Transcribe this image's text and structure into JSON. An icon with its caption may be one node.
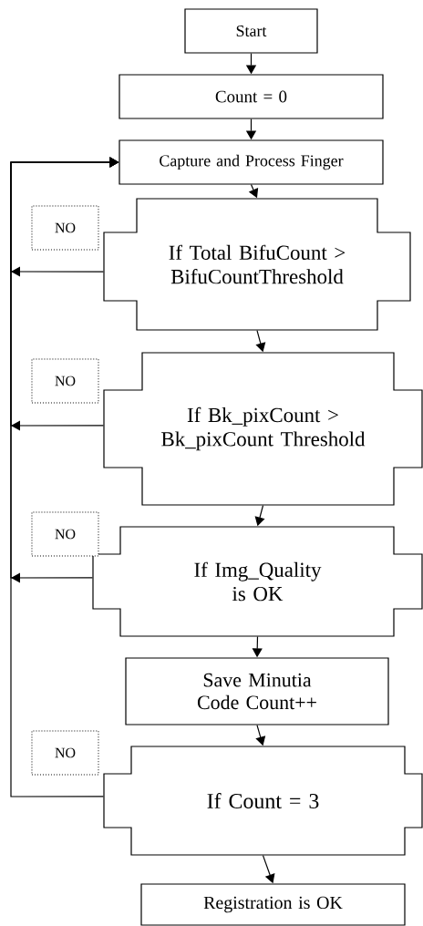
{
  "diagram": {
    "nodes": [
      {
        "text": [
          "Start"
        ]
      },
      {
        "text": [
          "Count = 0"
        ]
      },
      {
        "text": [
          "Capture and Process Finger"
        ]
      },
      {
        "text": [
          "If Total BifuCount > BifuCountThreshold"
        ]
      },
      {
        "text": [
          "If Bk_pixCount > Bk_pixCount Threshold"
        ]
      },
      {
        "text": [
          "If Img_Quality is OK"
        ]
      },
      {
        "text": [
          "Save Minutia Code Count++"
        ]
      },
      {
        "text": [
          "If Count = 3"
        ]
      },
      {
        "text": [
          "Registration is OK"
        ]
      }
    ],
    "edges": [
      {
        "from": 0,
        "to": 1,
        "arrow": "to"
      },
      {
        "from": 1,
        "to": 2,
        "arrow": "to"
      },
      {
        "from": 2,
        "to": 3,
        "arrow": "to"
      },
      {
        "from": 3,
        "to": 4,
        "arrow": "to"
      },
      {
        "from": 4,
        "to": 5,
        "arrow": "to"
      },
      {
        "from": 5,
        "to": 6,
        "arrow": "to"
      },
      {
        "from": 6,
        "to": 7,
        "arrow": "to"
      },
      {
        "from": 7,
        "to": 8,
        "arrow": "to"
      },
      {
        "from": 3,
        "to": 2,
        "arrow": "to",
        "label": "NO"
      },
      {
        "from": 4,
        "to": 2,
        "arrow": "to",
        "label": "NO"
      },
      {
        "from": 5,
        "to": 2,
        "arrow": "to",
        "label": "NO"
      },
      {
        "from": 7,
        "to": 2,
        "arrow": "to",
        "label": "NO"
      }
    ]
  }
}
